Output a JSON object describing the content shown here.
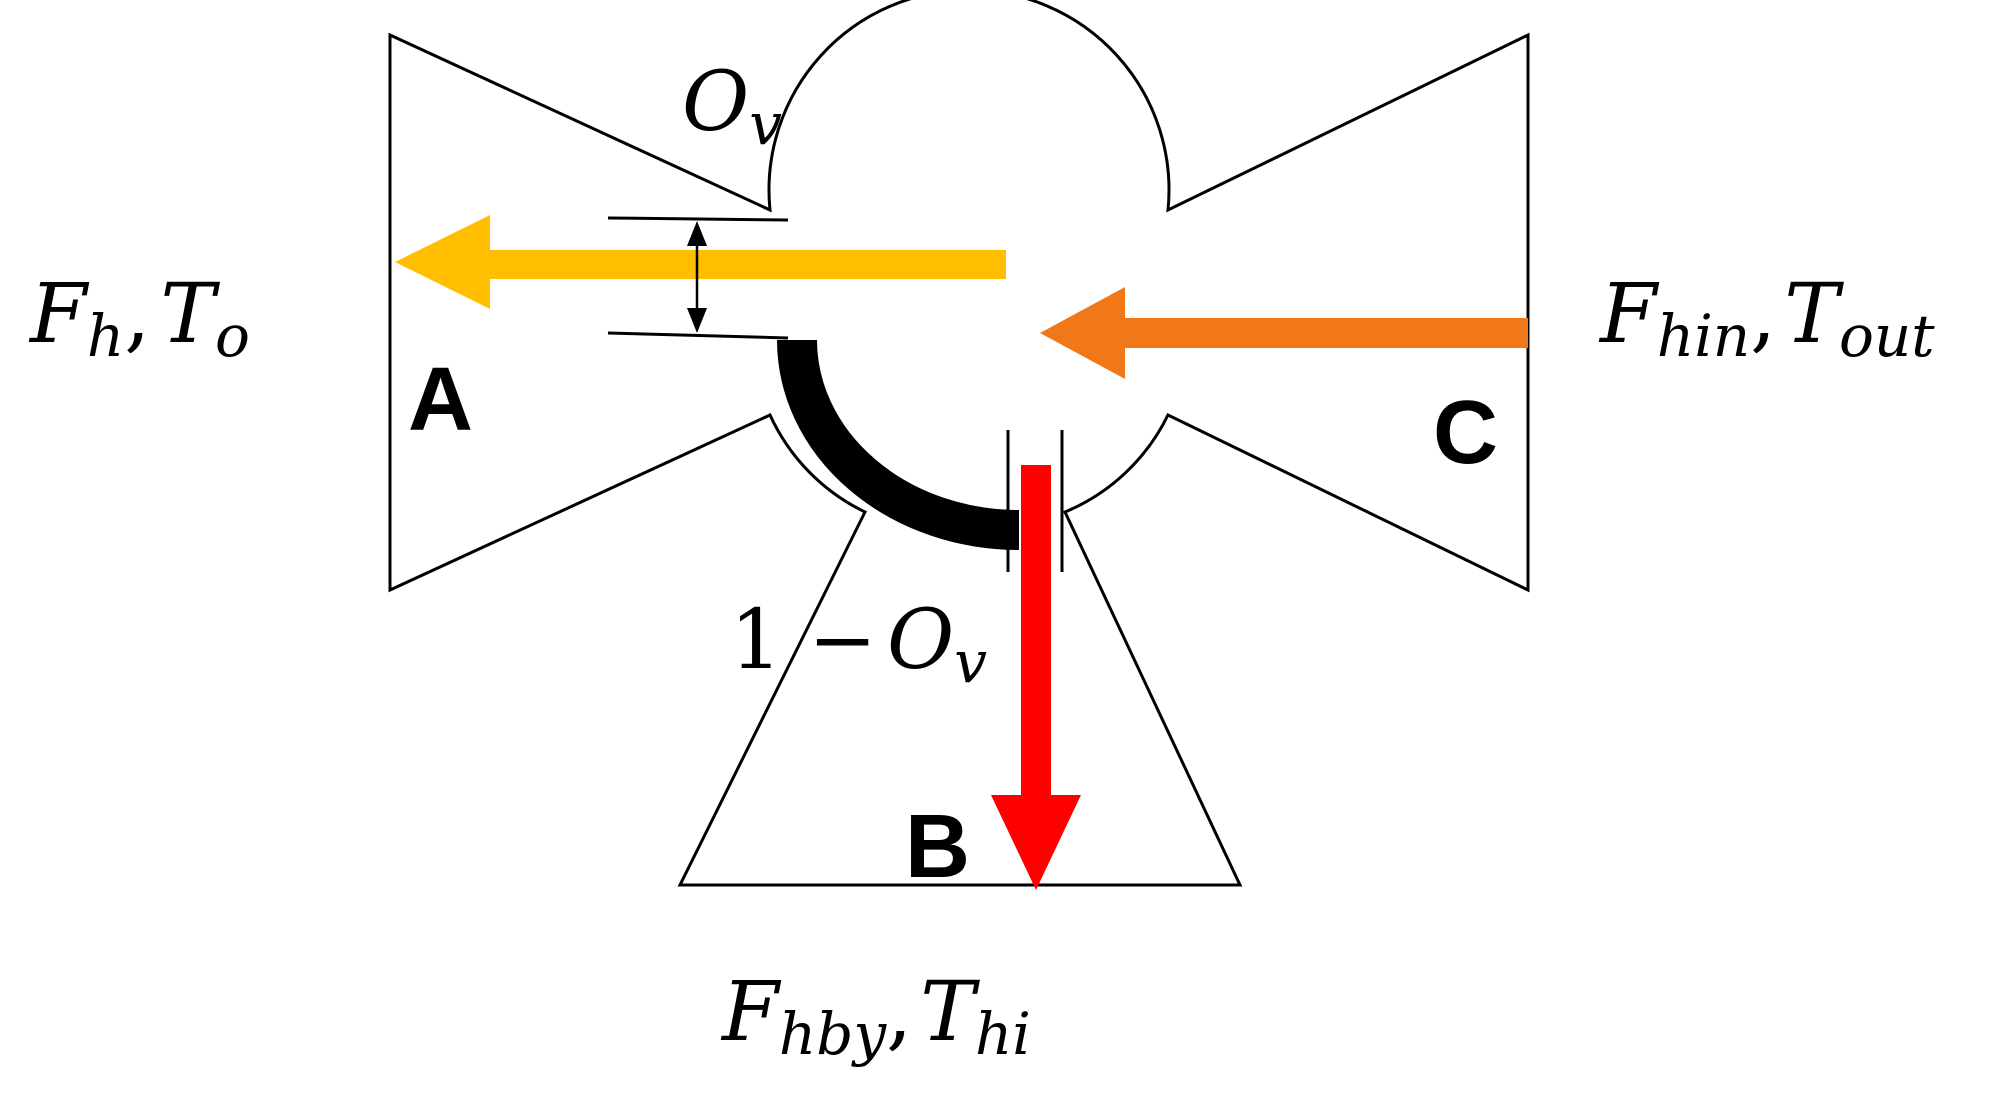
{
  "diagram": {
    "ports": {
      "a": {
        "label": "A",
        "color": "#ffbf00"
      },
      "b": {
        "label": "B",
        "color": "#ff0000"
      },
      "c": {
        "label": "C",
        "color": "#f07818"
      }
    },
    "annotations": {
      "opening": {
        "base": "O",
        "sub": "v"
      },
      "bypass_fraction": {
        "prefix": "1 −",
        "base": "O",
        "sub": "v"
      }
    },
    "flows": {
      "outlet": {
        "f": "F",
        "f_sub": "h",
        "t": "T",
        "t_sub": "o"
      },
      "inlet": {
        "f": "F",
        "f_sub": "hin",
        "t": "T",
        "t_sub": "out"
      },
      "bypass": {
        "f": "F",
        "f_sub": "hby",
        "t": "T",
        "t_sub": "hi"
      }
    },
    "colors": {
      "outline": "#000000",
      "valve_plug": "#000000"
    }
  }
}
